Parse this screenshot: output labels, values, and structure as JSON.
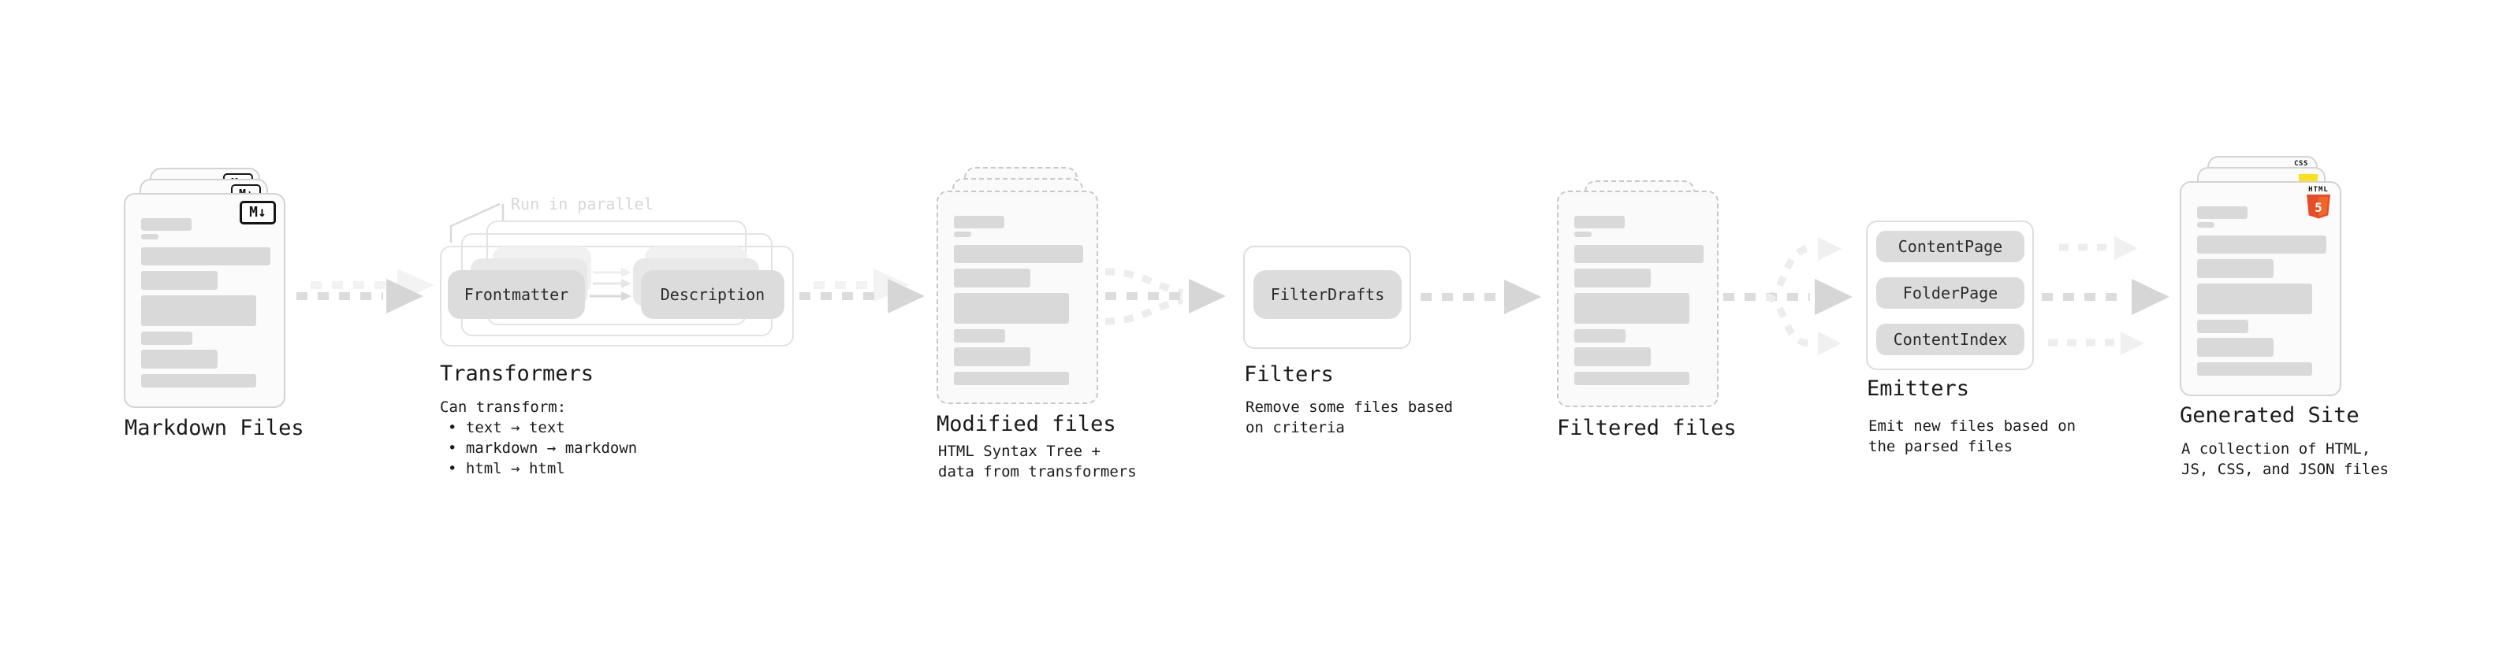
{
  "colors": {
    "html5_shield": "#e44d26",
    "html5_shield_light": "#f16529",
    "js_badge": "#ffdf1c",
    "css_underline": "#2760ef",
    "bar_gray": "#d9d9d9",
    "pill_gray": "#dcdcdc",
    "arrow_gray": "#d6d6d6"
  },
  "icons": {
    "markdown_badge": "M↓",
    "html5_text": "HTML",
    "html5_five": "5",
    "css_text": "CSS"
  },
  "markdown_files": {
    "label": "Markdown Files"
  },
  "transformers": {
    "label": "Transformers",
    "callout": "Run in parallel",
    "pill_left": "Frontmatter",
    "pill_right": "Description",
    "desc_title": "Can transform:",
    "bullets": [
      "• text → text",
      "• markdown → markdown",
      "• html → html"
    ]
  },
  "modified_files": {
    "label": "Modified files",
    "desc": [
      "HTML Syntax Tree +",
      "data from transformers"
    ]
  },
  "filters": {
    "label": "Filters",
    "pill": "FilterDrafts",
    "desc": [
      "Remove some files based",
      "on criteria"
    ]
  },
  "filtered_files": {
    "label": "Filtered files"
  },
  "emitters": {
    "label": "Emitters",
    "pills": [
      "ContentPage",
      "FolderPage",
      "ContentIndex"
    ],
    "desc": [
      "Emit new files based on",
      "the parsed files"
    ]
  },
  "generated_site": {
    "label": "Generated Site",
    "desc": [
      "A collection of HTML,",
      "JS, CSS, and JSON files"
    ]
  }
}
